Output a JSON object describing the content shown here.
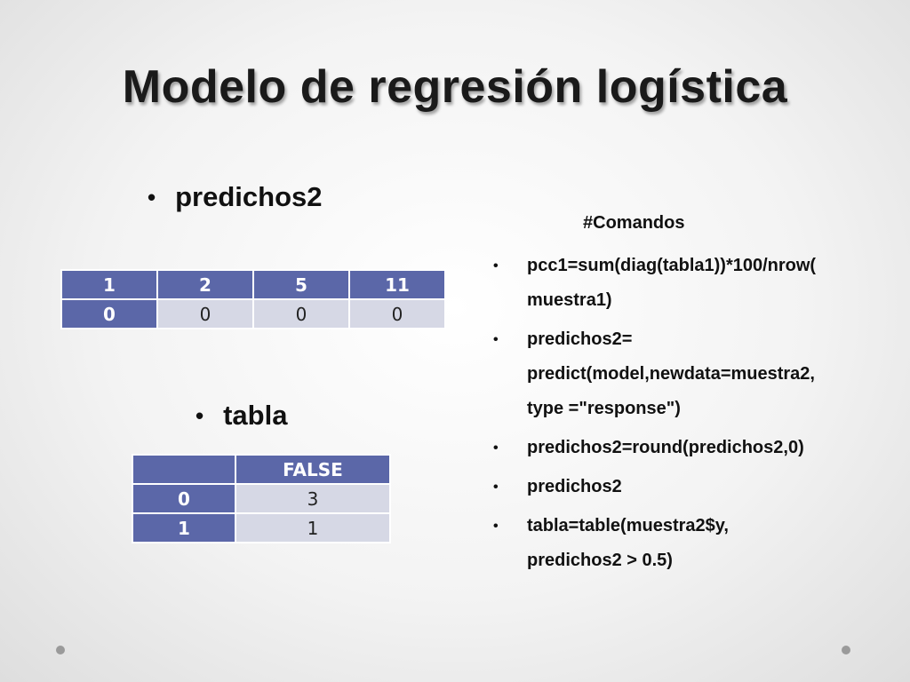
{
  "slide": {
    "title": "Modelo de regresión logística",
    "bullet_predichos": "predichos2",
    "bullet_tabla": "tabla",
    "bullet_char": "•"
  },
  "table_predichos": {
    "header": [
      "1",
      "2",
      "5",
      "11"
    ],
    "row": [
      "0",
      "0",
      "0",
      "0"
    ]
  },
  "table_tabla": {
    "header": [
      "",
      "FALSE"
    ],
    "rows": [
      [
        "0",
        "3"
      ],
      [
        "1",
        "1"
      ]
    ]
  },
  "commands": {
    "heading": "#Comandos",
    "items": [
      "pcc1=sum(diag(tabla1))*100/nrow(\nmuestra1)",
      "predichos2=\npredict(model,newdata=muestra2,\ntype =\"response\")",
      "predichos2=round(predichos2,0)",
      "predichos2",
      "tabla=table(muestra2$y,\npredichos2 > 0.5)"
    ]
  },
  "colors": {
    "table_header": "#5b67a8",
    "table_cell": "#d6d8e5"
  }
}
